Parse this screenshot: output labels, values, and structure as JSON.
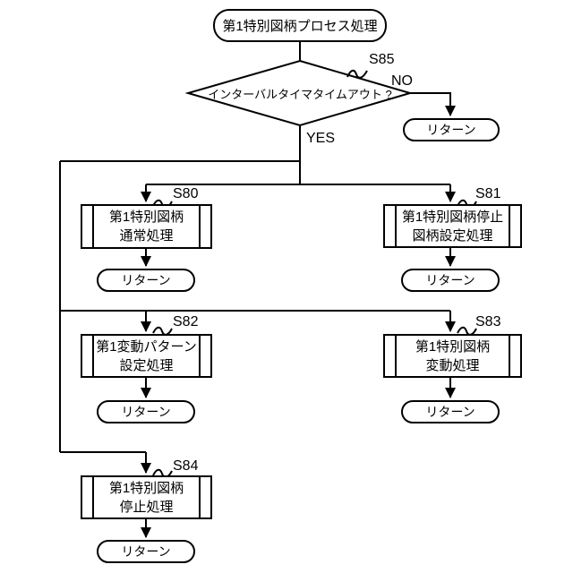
{
  "flow": {
    "start_label": "第1特別図柄プロセス処理",
    "decision": {
      "step_no": "S85",
      "question": "インターバルタイマタイムアウト ?",
      "no_label": "NO",
      "yes_label": "YES"
    },
    "return_label": "リターン",
    "steps": {
      "s80": {
        "step_no": "S80",
        "line1": "第1特別図柄",
        "line2": "通常処理"
      },
      "s81": {
        "step_no": "S81",
        "line1": "第1特別図柄停止",
        "line2": "図柄設定処理"
      },
      "s82": {
        "step_no": "S82",
        "line1": "第1変動パターン",
        "line2": "設定処理"
      },
      "s83": {
        "step_no": "S83",
        "line1": "第1特別図柄",
        "line2": "変動処理"
      },
      "s84": {
        "step_no": "S84",
        "line1": "第1特別図柄",
        "line2": "停止処理"
      }
    },
    "colors": {
      "stroke": "#000000",
      "background": "#ffffff",
      "text": "#000000"
    }
  }
}
